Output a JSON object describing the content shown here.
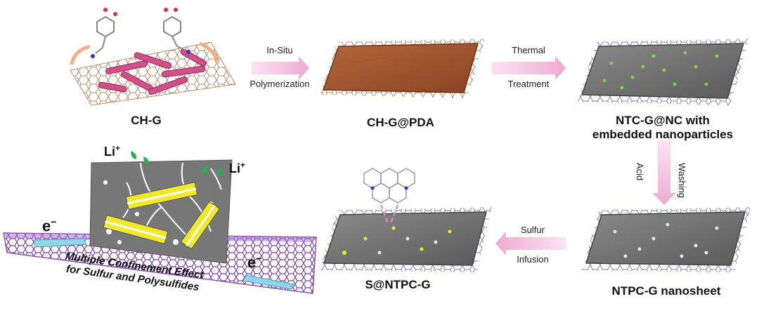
{
  "stages": {
    "ch_g": "CH-G",
    "ch_g_pda": "CH-G@PDA",
    "ntc_line1": "NTC-G@NC with",
    "ntc_line2": "embedded nanoparticles",
    "ntpc": "NTPC-G nanosheet",
    "s_ntpc": "S@NTPC-G"
  },
  "steps": {
    "s1_line1": "In-Situ",
    "s1_line2": "Polymerization",
    "s2_line1": "Thermal",
    "s2_line2": "Treatment",
    "s3_line1": "Acid",
    "s3_line2": "Washing",
    "s4_line1": "Sulfur",
    "s4_line2": "Infusion"
  },
  "mechanism": {
    "li_left": "Li",
    "li_right": "Li",
    "plus": "+",
    "electron": "e",
    "minus": "−",
    "caption_line1": "Multiple Confinement Effect",
    "caption_line2": "for Sulfur and Polysulfides"
  },
  "colors": {
    "arrow": "#f1b9dc",
    "pda": "#a0522d",
    "sheet": "#6d6d6d",
    "rod": "#c9457e",
    "graphene": "#b98c6b",
    "sulfur": "#f2e82a",
    "lithium": "#22b34a",
    "electron_arrow": "#8fd7e8",
    "substrate": "#8a54b0"
  }
}
